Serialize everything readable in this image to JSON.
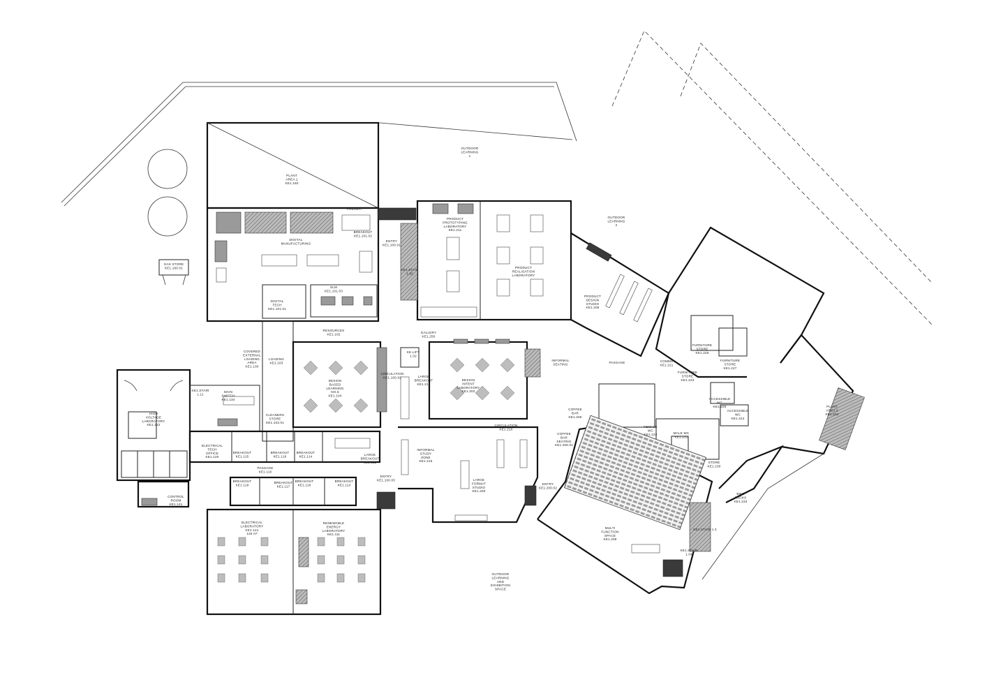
{
  "rooms": [
    {
      "id": "outdoor-1",
      "lines": [
        "OUTDOOR",
        "LEARNING",
        "1"
      ]
    },
    {
      "id": "outdoor-2",
      "lines": [
        "OUTDOOR",
        "LEARNING",
        "2"
      ]
    },
    {
      "id": "outdoor-exhibition",
      "lines": [
        "OUTDOOR",
        "LEARNING",
        "AND",
        "EXHIBITION",
        "SPACE"
      ]
    },
    {
      "id": "plant-1",
      "lines": [
        "PLANT",
        "AREA 1",
        "KE1.160"
      ]
    },
    {
      "id": "plant-2",
      "lines": [
        "PLANT",
        "AREA 2",
        "KE1.234"
      ]
    },
    {
      "id": "gas-store",
      "lines": [
        "GAS STORE",
        "KE1.160.01"
      ]
    },
    {
      "id": "digital-manufacturing",
      "lines": [
        "DIGITAL",
        "MANUFACTURING"
      ]
    },
    {
      "id": "freight",
      "lines": [
        "FREIGHT"
      ]
    },
    {
      "id": "breakout-101",
      "lines": [
        "BREAKOUT",
        "KE1.101.02"
      ]
    },
    {
      "id": "digital-tech",
      "lines": [
        "DIGITAL",
        "TECH",
        "KE1.101.01"
      ]
    },
    {
      "id": "slm",
      "lines": [
        "SLM",
        "KE1.101.03"
      ]
    },
    {
      "id": "entry-1",
      "lines": [
        "ENTRY",
        "KE1.100.01"
      ]
    },
    {
      "id": "stair-1",
      "lines": [
        "KE1.STAIR",
        "1.02"
      ]
    },
    {
      "id": "product-prototyping",
      "lines": [
        "PRODUCT",
        "PROTOTYPING",
        "LABORATORY",
        "KE1.211"
      ]
    },
    {
      "id": "product-realisation",
      "lines": [
        "PRODUCT",
        "REALISATION",
        "LABORATORY"
      ]
    },
    {
      "id": "product-design",
      "lines": [
        "PRODUCT",
        "DESIGN",
        "STUDIO",
        "KE1.205"
      ]
    },
    {
      "id": "resources",
      "lines": [
        "RESOURCES",
        "KE1.102"
      ]
    },
    {
      "id": "gallery",
      "lines": [
        "GALLERY",
        "KE1.250"
      ]
    },
    {
      "id": "lift",
      "lines": [
        "KE.LIFT",
        "1.02"
      ]
    },
    {
      "id": "covered-loading",
      "lines": [
        "COVERED",
        "EXTERNAL",
        "LOADING",
        "AREA",
        "KE1.130"
      ]
    },
    {
      "id": "loading",
      "lines": [
        "LOADING",
        "KE1.103"
      ]
    },
    {
      "id": "design-based",
      "lines": [
        "DESIGN",
        "BASED",
        "LEARNING",
        "NO.6",
        "KE1.104"
      ]
    },
    {
      "id": "circulation-1",
      "lines": [
        "CIRCULATION",
        "KE1.100.02"
      ]
    },
    {
      "id": "large-breakout-212",
      "lines": [
        "LARGE",
        "BREAKOUT",
        "KE1.212"
      ]
    },
    {
      "id": "design-intent",
      "lines": [
        "DESIGN",
        "INTENT",
        "LABORATORY",
        "KE1.202"
      ]
    },
    {
      "id": "informal-seating",
      "lines": [
        "INFORMAL",
        "SEATING"
      ]
    },
    {
      "id": "passage-2",
      "lines": [
        "PASSAGE"
      ]
    },
    {
      "id": "comms",
      "lines": [
        "COMMS",
        "KE1.221"
      ]
    },
    {
      "id": "furniture-store-1",
      "lines": [
        "FURNITURE",
        "STORE",
        "KE1.225"
      ]
    },
    {
      "id": "furniture-store-2",
      "lines": [
        "FURNITURE",
        "STORE",
        "KE1.223"
      ]
    },
    {
      "id": "furniture-store-3",
      "lines": [
        "FURNITURE",
        "STORE",
        "KE1.227"
      ]
    },
    {
      "id": "stair-2",
      "lines": [
        "KE1.STAIR",
        "1.11"
      ]
    },
    {
      "id": "main-switch",
      "lines": [
        "MAIN",
        "SWITCH",
        "KE1.134"
      ]
    },
    {
      "id": "cleaners",
      "lines": [
        "CLEANERS",
        "STORE",
        "KE1.103.01"
      ]
    },
    {
      "id": "high-voltage",
      "lines": [
        "HIGH",
        "VOLTAGE",
        "LABORATORY",
        "KE1.122"
      ]
    },
    {
      "id": "electrical-tech",
      "lines": [
        "ELECTRICAL",
        "TECH",
        "OFFICE",
        "KE1.120"
      ]
    },
    {
      "id": "breakout-115",
      "lines": [
        "BREAKOUT",
        "KE1.115"
      ]
    },
    {
      "id": "breakout-116",
      "lines": [
        "BREAKOUT",
        "KE1.116"
      ]
    },
    {
      "id": "breakout-114",
      "lines": [
        "BREAKOUT",
        "KE1.114"
      ]
    },
    {
      "id": "large-breakout-112",
      "lines": [
        "LARGE",
        "BREAKOUT",
        "KE1.112"
      ]
    },
    {
      "id": "passage-1",
      "lines": [
        "PASSAGE",
        "KE1.110"
      ]
    },
    {
      "id": "control-room",
      "lines": [
        "CONTROL",
        "ROOM",
        "KE1.121"
      ]
    },
    {
      "id": "breakout-119",
      "lines": [
        "BREAKOUT",
        "KE1.119"
      ]
    },
    {
      "id": "breakout-117",
      "lines": [
        "BREAKOUT",
        "KE1.117"
      ]
    },
    {
      "id": "breakout-118",
      "lines": [
        "BREAKOUT",
        "KE1.118"
      ]
    },
    {
      "id": "breakout-113",
      "lines": [
        "BREAKOUT",
        "KE1.113"
      ]
    },
    {
      "id": "electrical-lab",
      "lines": [
        "ELECTRICAL",
        "LABORATORY",
        "KE1.121",
        "126 m²"
      ]
    },
    {
      "id": "renewable-energy",
      "lines": [
        "RENEWABLE",
        "ENERGY",
        "LABORATORY",
        "KE1.111"
      ]
    },
    {
      "id": "entry-2",
      "lines": [
        "ENTRY",
        "KE1.100.03"
      ]
    },
    {
      "id": "informal-study",
      "lines": [
        "INFORMAL",
        "STUDY",
        "ZONE",
        "KE1.215"
      ]
    },
    {
      "id": "circulation-2",
      "lines": [
        "CIRCULATION",
        "KE1.210"
      ]
    },
    {
      "id": "large-format",
      "lines": [
        "LARGE",
        "FORMAT",
        "STUDIO",
        "KE1.200"
      ]
    },
    {
      "id": "coffee-bar",
      "lines": [
        "COFFEE",
        "BAR",
        "KE1.206"
      ]
    },
    {
      "id": "coffee-seating",
      "lines": [
        "COFFEE",
        "BAR",
        "SEATING",
        "KE1.206.01"
      ]
    },
    {
      "id": "entry-3",
      "lines": [
        "ENTRY",
        "KE1.200.02"
      ]
    },
    {
      "id": "female-wc",
      "lines": [
        "FEMALE",
        "WC",
        "KE1.222"
      ]
    },
    {
      "id": "male-wc",
      "lines": [
        "MALE WC",
        "KE1.231"
      ]
    },
    {
      "id": "store",
      "lines": [
        "STORE",
        "KE1.230"
      ]
    },
    {
      "id": "accessible-wc-1",
      "lines": [
        "ACCESSIBLE",
        "WC",
        "KE1.226"
      ]
    },
    {
      "id": "accessible-wc-2",
      "lines": [
        "ACCESSIBLE",
        "WC",
        "KE1.224"
      ]
    },
    {
      "id": "bike-racks",
      "lines": [
        "BIKE",
        "RACKS",
        "KE1.233"
      ]
    },
    {
      "id": "multi-function",
      "lines": [
        "MULTI",
        "FUNCTION",
        "SPACE",
        "KE1.209"
      ]
    },
    {
      "id": "stair-3",
      "lines": [
        "KE1.STAIR 1.3"
      ]
    },
    {
      "id": "stair-4",
      "lines": [
        "KE1.STAIR",
        "1.04"
      ]
    }
  ]
}
